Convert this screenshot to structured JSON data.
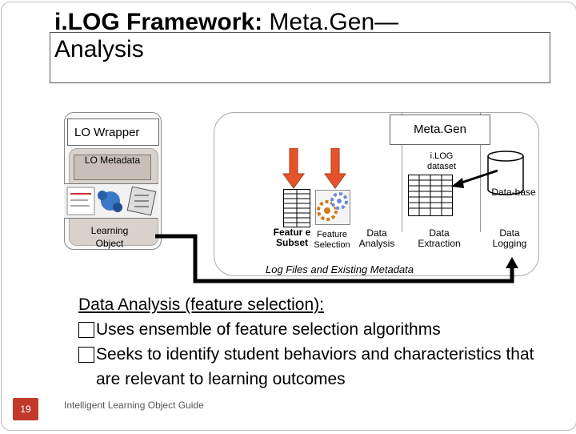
{
  "slide": {
    "title_bold": "i.LOG Framework:",
    "title_rest": " Meta.Gen—",
    "title_line2": "Analysis"
  },
  "diagram": {
    "lo_wrapper": "LO Wrapper",
    "lo_metadata": "LO Metadata",
    "learning_object": "Learning Object",
    "metagen": "Meta.Gen",
    "ilog_dataset": "i.LOG dataset",
    "database": "Data-base",
    "feature_subset": "Featur e Subset",
    "feature_selection": "Feature Selection",
    "data_analysis": "Data Analysis",
    "data_extraction": "Data Extraction",
    "data_logging": "Data Logging",
    "log_files": "Log Files and Existing Metadata"
  },
  "bullets": {
    "heading": "Data Analysis (feature selection):",
    "items": [
      "Uses ensemble of feature selection algorithms",
      "Seeks to identify student behaviors and characteristics that are relevant to learning outcomes"
    ]
  },
  "footer": {
    "page_number": "19",
    "text": "Intelligent Learning Object Guide"
  },
  "colors": {
    "arrow": "#e8522a",
    "page_badge": "#c0392b"
  }
}
